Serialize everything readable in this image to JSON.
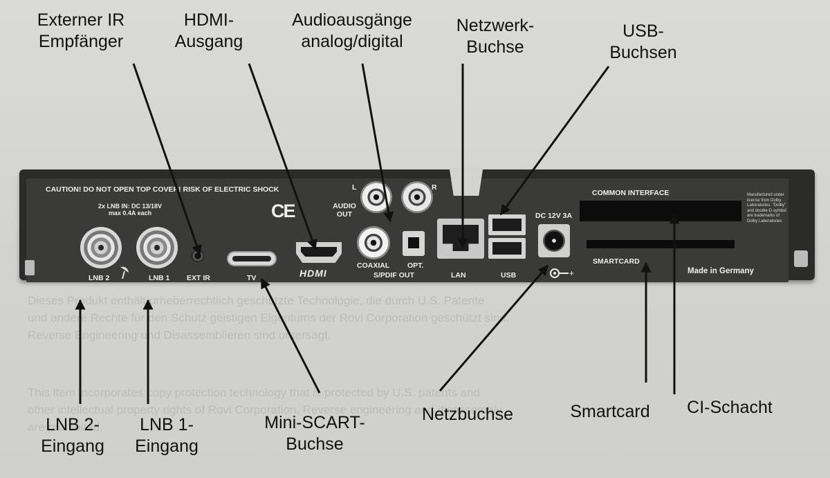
{
  "callouts": {
    "ext_ir": [
      "Externer IR",
      "Empfänger"
    ],
    "hdmi_out": [
      "HDMI-",
      "Ausgang"
    ],
    "audio_out": [
      "Audioausgänge",
      "analog/digital"
    ],
    "network": [
      "Netzwerk-",
      "Buchse"
    ],
    "usb": [
      "USB-",
      "Buchsen"
    ],
    "lnb2": [
      "LNB 2-",
      "Eingang"
    ],
    "lnb1": [
      "LNB 1-",
      "Eingang"
    ],
    "mini_scart": [
      "Mini-SCART-",
      "Buchse"
    ],
    "power": "Netzbuchse",
    "smartcard": "Smartcard",
    "ci_slot": "CI-Schacht"
  },
  "device": {
    "caution": "CAUTION!  DO NOT OPEN TOP COVER!  RISK OF ELECTRIC SHOCK",
    "lnb_spec": [
      "2x LNB IN: DC 13/18V",
      "max 0.4A each"
    ],
    "lnb2": "LNB 2",
    "lnb1": "LNB 1",
    "ext_ir": "EXT IR",
    "ce": "CE",
    "tv": "TV",
    "hdmi_logo": "HDMI",
    "audio_l": "L",
    "audio_r": "R",
    "audio_out": [
      "AUDIO",
      "OUT"
    ],
    "coaxial": "COAXIAL",
    "opt": "OPT.",
    "spdif": "S/PDIF OUT",
    "lan": "LAN",
    "usb": "USB",
    "dc": "DC 12V 3A",
    "common_interface": "COMMON INTERFACE",
    "smartcard": "SMARTCARD",
    "made_in": "Made in Germany",
    "dolby": "Manufactured under license from Dolby Laboratories. \"Dolby\" and double-D symbol are trademarks of Dolby Laboratories"
  },
  "background_text": {
    "l1": "Dieses Produkt enthält urheberrechtlich geschützte Technologie, die durch U.S. Patente",
    "l2": "und andere Rechte für den Schutz geistigen Eigentums der Rovi Corporation geschützt sind.",
    "l3": "Reverse Engineering und Disassemblieren sind untersagt.",
    "l4": "This item incorporates copy protection technology that is protected by U.S. patents and",
    "l5": "other intellectual property rights of Rovi Corporation. Reverse engineering and disassembly",
    "l6": "are prohibited."
  },
  "colors": {
    "paper": "#d4d4d2",
    "device_body": "#2b2b29",
    "panel": "#3a3a38",
    "label_text": "#eeeeee",
    "callout_text": "#111111"
  }
}
